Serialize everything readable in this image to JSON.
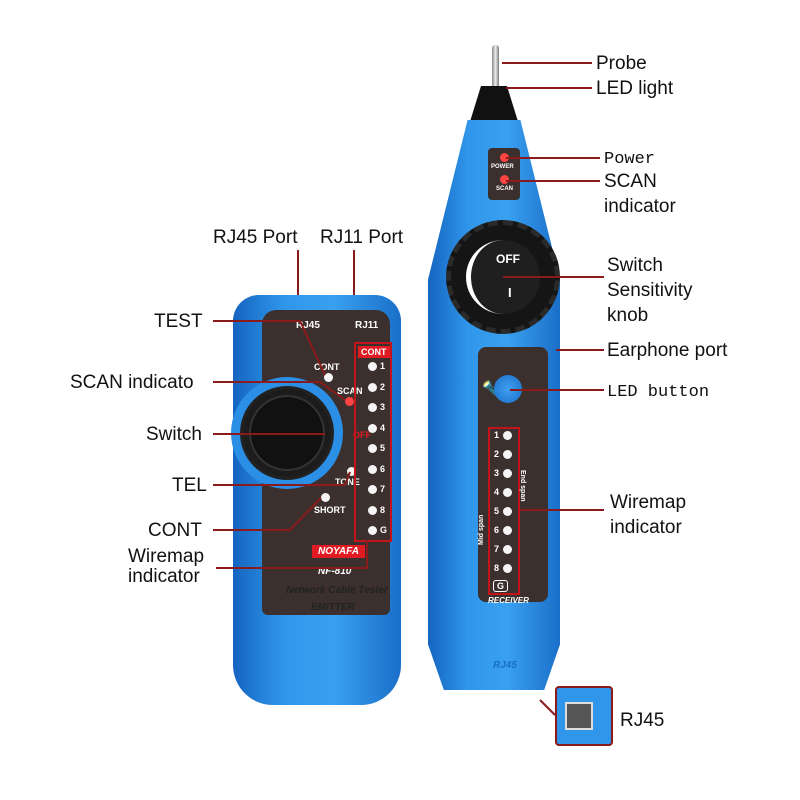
{
  "labels": {
    "probe": "Probe",
    "led_light": "LED light",
    "power": "Power",
    "scan_indicator": [
      "SCAN",
      "indicator"
    ],
    "switch_knob": [
      "Switch",
      "Sensitivity",
      "knob"
    ],
    "earphone_port": "Earphone port",
    "led_button": "LED button",
    "wiremap_right": [
      "Wiremap",
      "indicator"
    ],
    "rj45": "RJ45",
    "rj45_port": "RJ45 Port",
    "rj11_port": "RJ11 Port",
    "test": "TEST",
    "scan_indicato": "SCAN indicato",
    "switch": "Switch",
    "tel": "TEL",
    "cont": "CONT",
    "wiremap_left": [
      "Wiremap",
      "indicator"
    ]
  },
  "emitter": {
    "rj45": "RJ45",
    "rj11": "RJ11",
    "cont": "CONT",
    "scan": "SCAN",
    "off": "OFF",
    "tone": "TONE",
    "short": "SHORT",
    "cont_header": "CONT",
    "leds": [
      "1",
      "2",
      "3",
      "4",
      "5",
      "6",
      "7",
      "8",
      "G"
    ],
    "brand": "NOYAFA",
    "model": "NF-810",
    "product": "Network Cable Tester",
    "type": "EMITTER"
  },
  "receiver": {
    "power": "POWER",
    "scan": "SCAN",
    "off": "OFF",
    "on": "I",
    "leds": [
      "1",
      "2",
      "3",
      "4",
      "5",
      "6",
      "7",
      "8"
    ],
    "ground": "G",
    "end_span": "End span",
    "mid_span": "Mid span",
    "type": "RECEIVER",
    "port": "RJ45"
  },
  "colors": {
    "body": "#2f96ea",
    "panel": "#3b302d",
    "leader": "#8b1a1a",
    "accent": "#e01b24"
  }
}
